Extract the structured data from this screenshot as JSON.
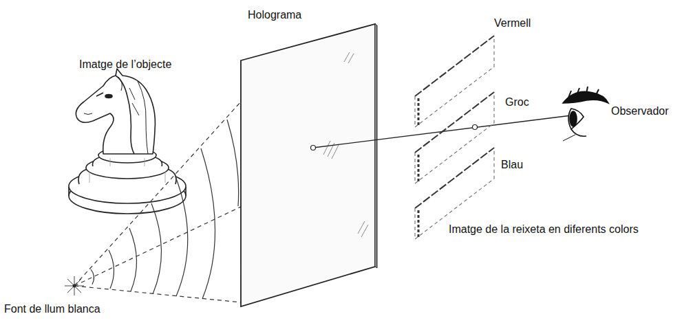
{
  "diagram": {
    "labels": [
      "Holograma",
      "Vermell",
      "Imatge de l’objecte",
      "Groc",
      "Observador",
      "Blau",
      "Imatge de la reixeta en diferents colors",
      "Font de llum blanca"
    ]
  }
}
